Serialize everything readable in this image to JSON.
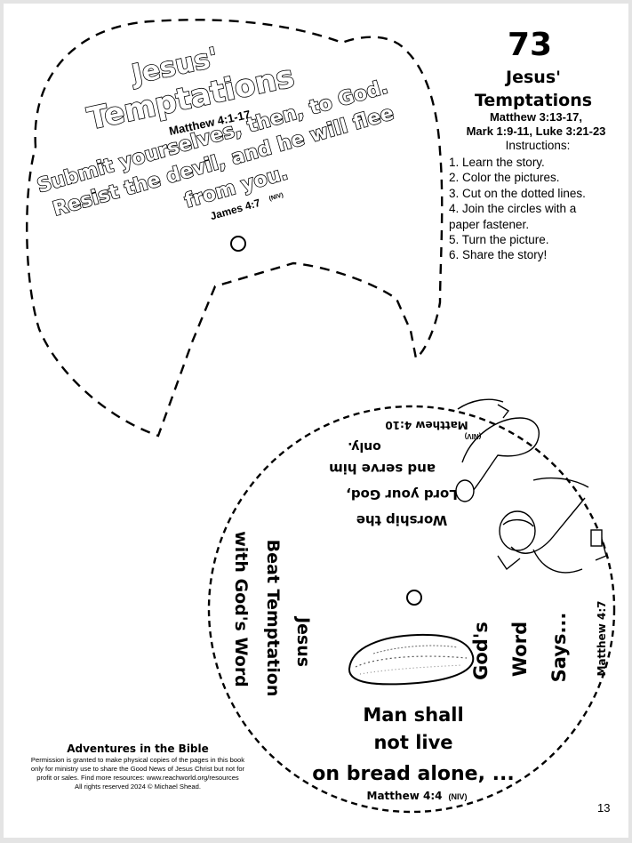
{
  "lesson": {
    "number": "73",
    "title_line1": "Jesus'",
    "title_line2": "Temptations",
    "references_line1": "Matthew 3:13-17,",
    "references_line2": "Mark 1:9-11, Luke 3:21-23"
  },
  "instructions": {
    "heading": "Instructions:",
    "steps": [
      "1. Learn the story.",
      "2. Color the pictures.",
      "3. Cut on the dotted lines.",
      "4. Join the circles with a",
      "paper fastener.",
      "5. Turn the picture.",
      "6. Share the story!"
    ]
  },
  "top_wheel": {
    "title_line1": "Jesus'",
    "title_line2": "Temptations",
    "reference": "Matthew 4:1-17",
    "verse_line1": "Submit yourselves, then, to God.",
    "verse_line2": "Resist the devil, and he will flee",
    "verse_line3": "from you.",
    "verse_ref": "James 4:7",
    "verse_version": "(NIV)"
  },
  "bottom_wheel": {
    "left_text_line1": "Jesus",
    "left_text_line2": "Beat Temptation",
    "left_text_line3": "with God's Word",
    "upside_line1": "Worship the",
    "upside_line2": "Lord your God,",
    "upside_line3": "and serve him",
    "upside_line4": "only.",
    "upside_ref": "Matthew 4:10",
    "upside_version": "(NIV)",
    "right_line1": "God's",
    "right_line2": "Word",
    "right_line3": "Says...",
    "right_ref": "Matthew 4:7",
    "bottom_line1": "Man shall",
    "bottom_line2": "not live",
    "bottom_line3": "on bread alone, ...",
    "bottom_ref": "Matthew 4:4",
    "bottom_version": "(NIV)"
  },
  "footer": {
    "series_title": "Adventures in the Bible",
    "permission_line1": "Permission is granted to make physical copies of the pages in this book",
    "permission_line2": "only for ministry use to share the Good News of Jesus Christ but not for",
    "permission_line3": "profit or sales. Find more resources: www.reachworld.org/resources",
    "permission_line4": "All rights reserved 2024 © Michael Shead.",
    "page_number": "13"
  }
}
